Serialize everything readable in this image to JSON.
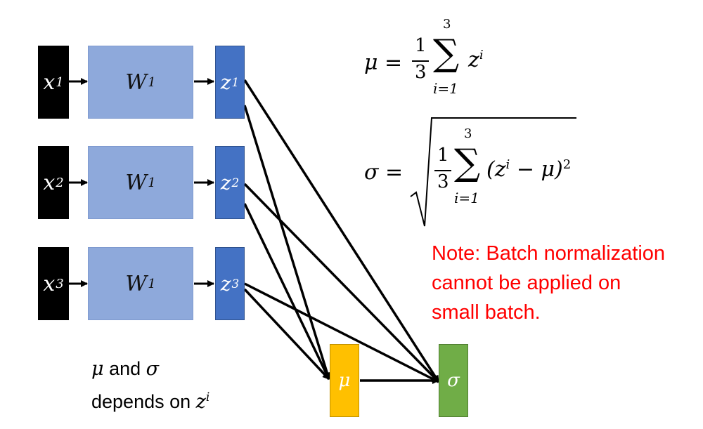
{
  "inputs": [
    {
      "x": "x",
      "x_sup": "1",
      "w": "W",
      "w_sup": "1",
      "z": "z",
      "z_sup": "1"
    },
    {
      "x": "x",
      "x_sup": "2",
      "w": "W",
      "w_sup": "1",
      "z": "z",
      "z_sup": "2"
    },
    {
      "x": "x",
      "x_sup": "3",
      "w": "W",
      "w_sup": "1",
      "z": "z",
      "z_sup": "3"
    }
  ],
  "mu_label": "μ",
  "sigma_label": "σ",
  "formula_mu": {
    "lhs": "μ =",
    "frac_num": "1",
    "frac_den": "3",
    "sum_top": "3",
    "sum_bottom": "i=1",
    "term": "z",
    "term_sup": "i"
  },
  "formula_sigma": {
    "lhs": "σ =",
    "frac_num": "1",
    "frac_den": "3",
    "sum_top": "3",
    "sum_bottom": "i=1",
    "term": "(z",
    "term_sup": "i",
    "term_rest": " − μ)",
    "power": "2"
  },
  "note": [
    "Note: Batch normalization",
    "cannot be applied on",
    "small batch."
  ],
  "caption": {
    "line1_a": "μ",
    "line1_b": " and ",
    "line1_c": "σ",
    "line2_a": "depends on ",
    "line2_b": "z",
    "line2_sup": "i"
  },
  "colors": {
    "x_box": "#000000",
    "w_box": "#8ea9db",
    "z_box": "#4472c4",
    "mu_box": "#ffc000",
    "sigma_box": "#70ad47",
    "note": "#ff0000"
  }
}
